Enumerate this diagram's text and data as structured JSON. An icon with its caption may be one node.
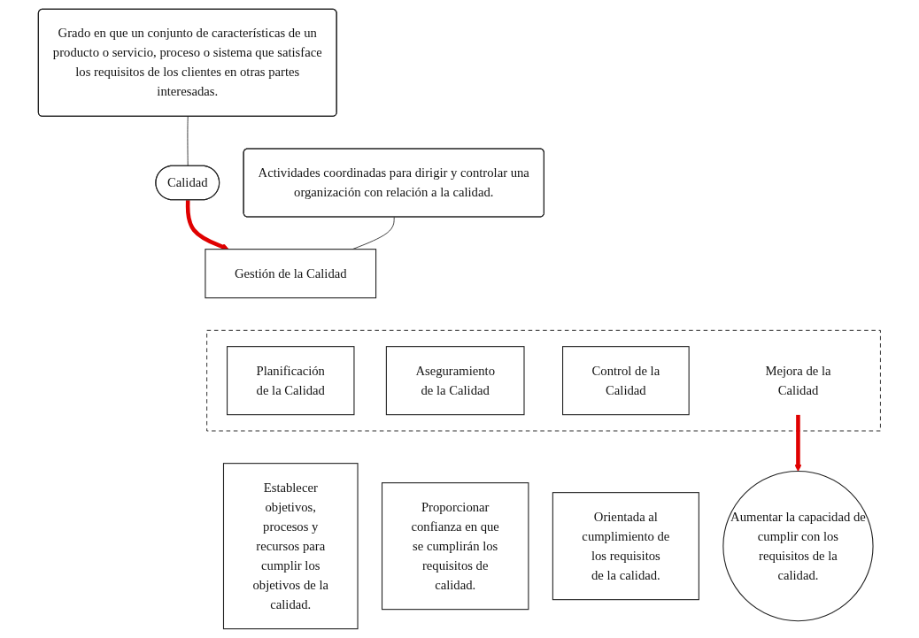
{
  "diagram": {
    "nodes": [
      {
        "text": [
          "Calidad"
        ]
      },
      {
        "text": [
          "Grado en que un conjunto de características de un producto o servicio, proceso o sistema que satisface los requisitos de los clientes en otras partes interesadas."
        ]
      },
      {
        "text": [
          "Gestión de la Calidad"
        ]
      },
      {
        "text": [
          "Actividades coordinadas para dirigir y controlar una organización con relación a la calidad."
        ]
      },
      {
        "text": [],
        "shape": "box"
      },
      {
        "text": [
          "Planificación de la Calidad"
        ],
        "in": 4
      },
      {
        "text": [
          "Aseguramiento de la Calidad"
        ],
        "in": 4
      },
      {
        "text": [
          "Control de la Calidad"
        ],
        "in": 4
      },
      {
        "text": [
          "Mejora de la Calidad"
        ],
        "in": 4
      },
      {
        "text": [
          "Establecer objetivos, procesos y recursos para cumplir los objetivos de la calidad."
        ]
      },
      {
        "text": [
          "Proporcionar confianza en que se cumplirán los requisitos de calidad."
        ]
      },
      {
        "text": [
          "Orientada al cumplimiento de los requisitos de la calidad."
        ]
      },
      {
        "text": [
          "Aumentar la capacidad de cumplir con los requisitos de la calidad."
        ]
      }
    ],
    "edges": [
      {
        "from": 1,
        "to": 0,
        "arrow": "none"
      },
      {
        "from": 0,
        "to": 2,
        "arrow": "to",
        "style": "thick",
        "color": "#e00000"
      },
      {
        "from": 3,
        "to": 2,
        "arrow": "none"
      },
      {
        "from": 8,
        "to": 12,
        "arrow": "to",
        "style": "thick",
        "color": "#e00000"
      }
    ]
  }
}
